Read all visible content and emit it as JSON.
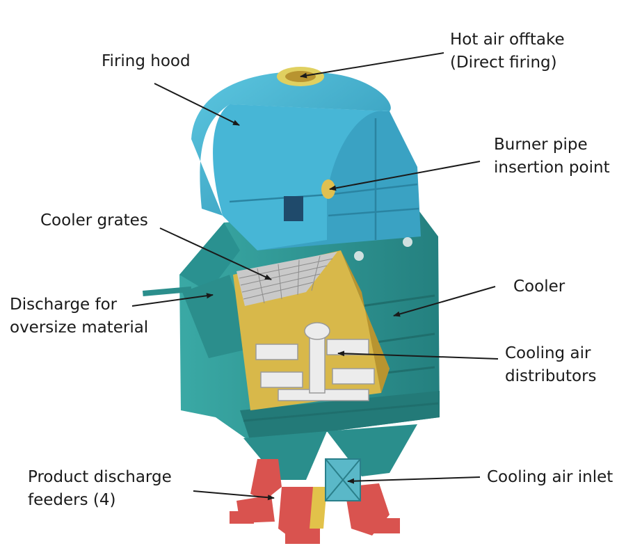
{
  "labels": {
    "firing_hood": [
      "Firing hood"
    ],
    "hot_air_offtake": [
      "Hot air offtake",
      "(Direct firing)"
    ],
    "burner_pipe": [
      "Burner pipe",
      "insertion point"
    ],
    "cooler_grates": [
      "Cooler grates"
    ],
    "discharge_oversize": [
      "Discharge for",
      "oversize material"
    ],
    "cooler": [
      "Cooler"
    ],
    "cooling_air_distributors": [
      "Cooling air",
      "distributors"
    ],
    "product_discharge_feeders": [
      "Product discharge",
      "feeders (4)"
    ],
    "cooling_air_inlet": [
      "Cooling air inlet"
    ]
  },
  "colors": {
    "body_teal": "#2f9c9a",
    "hood_cyan": "#3fb1d0",
    "interior_yellow": "#d8b84a",
    "feeder_red": "#d9534f",
    "arrow": "#1a1a1a"
  }
}
